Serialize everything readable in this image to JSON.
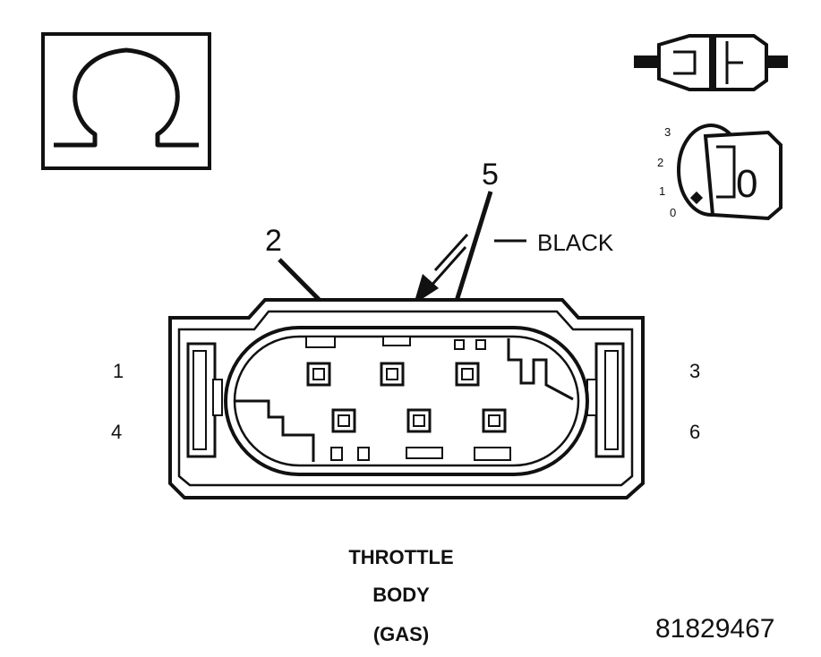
{
  "pin_labels": {
    "pin1": "1",
    "pin3": "3",
    "pin4": "4",
    "pin6": "6",
    "callout_pin2": "2",
    "callout_pin5": "5"
  },
  "connector_color_label": "BLACK",
  "component_caption": {
    "line1": "THROTTLE",
    "line2": "BODY",
    "line3": "(GAS)"
  },
  "figure_number": "81829467",
  "ignition_key": {
    "key_position_shown": "0",
    "dial_positions": [
      "3",
      "2",
      "1",
      "0"
    ]
  },
  "icons": {
    "ohmmeter": "omega-icon",
    "connector_disconnect": "connector-disconnect-icon",
    "ignition_key": "ignition-key-icon"
  },
  "colors": {
    "ink": "#111111",
    "background": "#ffffff"
  }
}
